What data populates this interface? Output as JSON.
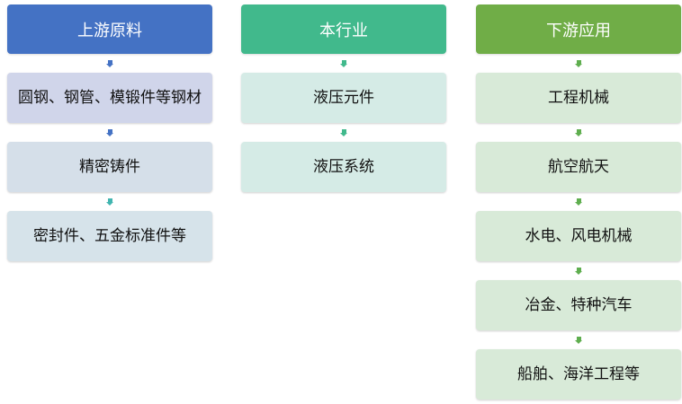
{
  "upstream": {
    "title": "上游原料",
    "items": [
      "圆钢、钢管、模锻件等钢材",
      "精密铸件",
      "密封件、五金标准件等"
    ]
  },
  "industry": {
    "title": "本行业",
    "items": [
      "液压元件",
      "液压系统"
    ]
  },
  "downstream": {
    "title": "下游应用",
    "items": [
      "工程机械",
      "航空航天",
      "水电、风电机械",
      "冶金、特种汽车",
      "船舶、海洋工程等"
    ]
  },
  "colors": {
    "upstream_header": "#4472c4",
    "industry_header": "#41b98c",
    "downstream_header": "#70ad47"
  }
}
